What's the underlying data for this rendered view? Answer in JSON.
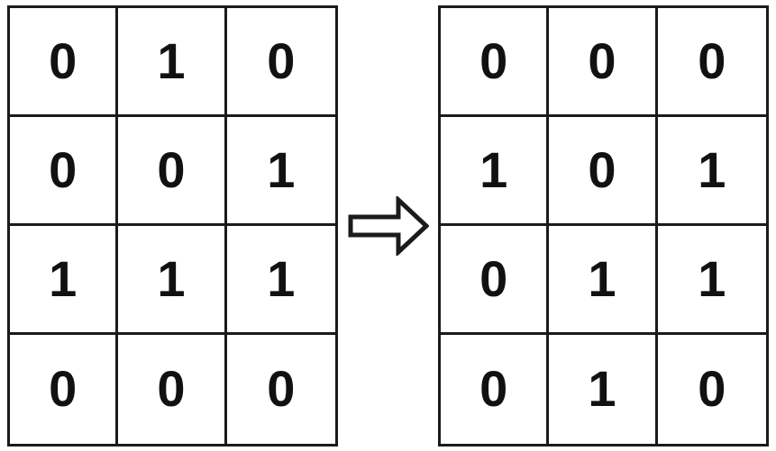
{
  "diagram": {
    "description": "binary matrix transformation",
    "line_color": "#1b1b1b",
    "background_color": "#ffffff",
    "arrow": {
      "direction": "right",
      "style": "hollow-block",
      "fill": "#ffffff",
      "stroke": "#1b1b1b"
    },
    "grids": {
      "input": {
        "rows": 4,
        "cols": 3,
        "cells": [
          [
            "0",
            "1",
            "0"
          ],
          [
            "0",
            "0",
            "1"
          ],
          [
            "1",
            "1",
            "1"
          ],
          [
            "0",
            "0",
            "0"
          ]
        ]
      },
      "output": {
        "rows": 4,
        "cols": 3,
        "cells": [
          [
            "0",
            "0",
            "0"
          ],
          [
            "1",
            "0",
            "1"
          ],
          [
            "0",
            "1",
            "1"
          ],
          [
            "0",
            "1",
            "0"
          ]
        ]
      }
    }
  }
}
